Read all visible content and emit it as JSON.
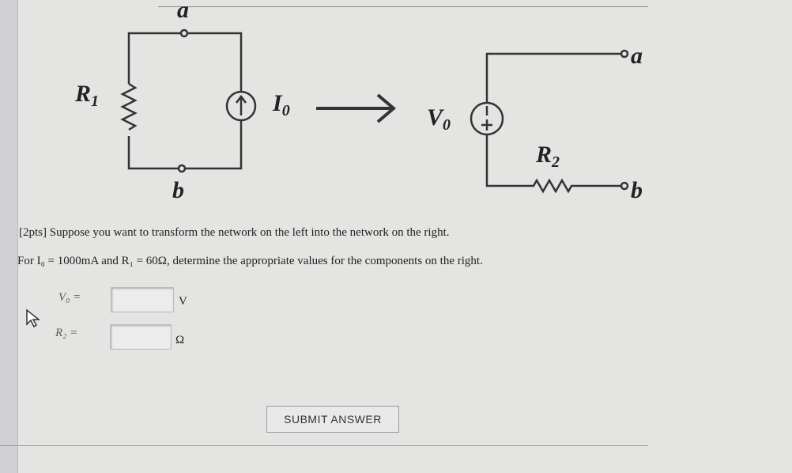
{
  "diagram": {
    "left_top_terminal": "a",
    "left_bottom_terminal": "b",
    "resistor_left": "R",
    "resistor_left_sub": "1",
    "source_current": "I",
    "source_current_sub": "0",
    "source_voltage": "V",
    "source_voltage_sub": "0",
    "resistor_right": "R",
    "resistor_right_sub": "2",
    "right_top_terminal": "a",
    "right_bottom_terminal": "b"
  },
  "question": {
    "line1": "[2pts] Suppose you want to transform the network on the left into the network on the right.",
    "line2": "For I₀ = 1000mA and R₁ = 60Ω, determine the appropriate values for the components on the right."
  },
  "fields": [
    {
      "label": "V₀ =",
      "value": "",
      "unit": "V"
    },
    {
      "label": "R₂ =",
      "value": "",
      "unit": "Ω"
    }
  ],
  "submit_label": "SUBMIT ANSWER"
}
